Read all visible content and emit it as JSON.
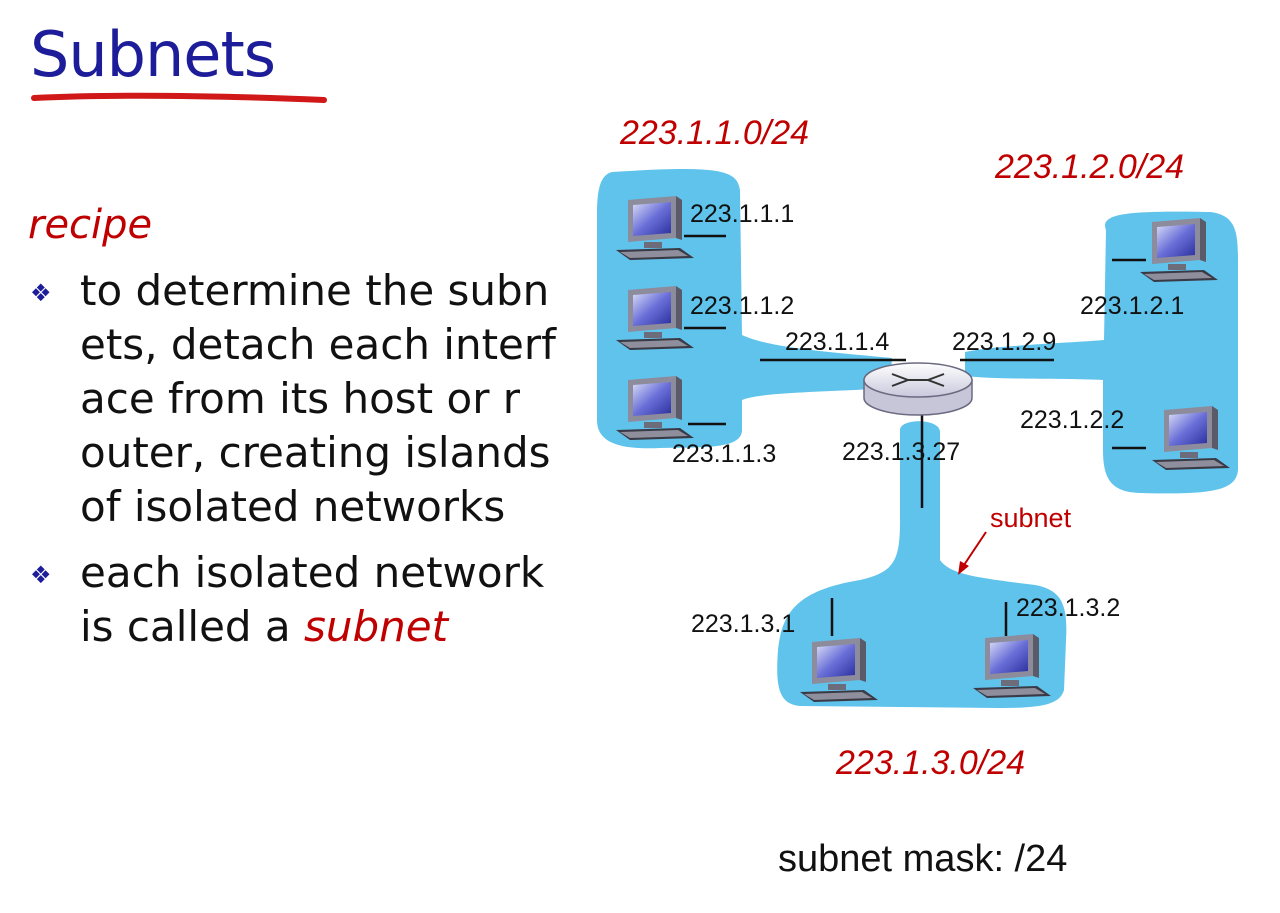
{
  "title": "Subnets",
  "recipe_label": "recipe",
  "bullets": [
    {
      "text": "to determine the subn\nets, detach each interf\nace from its host or r\nouter, creating islands\nof isolated networks"
    },
    {
      "text": "each isolated network\nis called a ",
      "emphasis": "subnet"
    }
  ],
  "subnets": [
    {
      "prefix": "223.1.1.0/24",
      "interfaces": [
        "223.1.1.1",
        "223.1.1.2",
        "223.1.1.3"
      ]
    },
    {
      "prefix": "223.1.2.0/24",
      "interfaces": [
        "223.1.2.1",
        "223.1.2.2"
      ]
    },
    {
      "prefix": "223.1.3.0/24",
      "interfaces": [
        "223.1.3.1",
        "223.1.3.2"
      ]
    }
  ],
  "router_interfaces": [
    "223.1.1.4",
    "223.1.2.9",
    "223.1.3.27"
  ],
  "annotation": "subnet",
  "mask_text": "subnet mask: /24",
  "colors": {
    "title": "#1d1d9a",
    "accent_red": "#c00000",
    "subnet_fill": "#5fc3ec",
    "bullet": "#1d1d9a"
  },
  "icons": {
    "bullet": "diamond-cluster-icon",
    "host": "desktop-computer-icon",
    "router": "router-icon"
  }
}
